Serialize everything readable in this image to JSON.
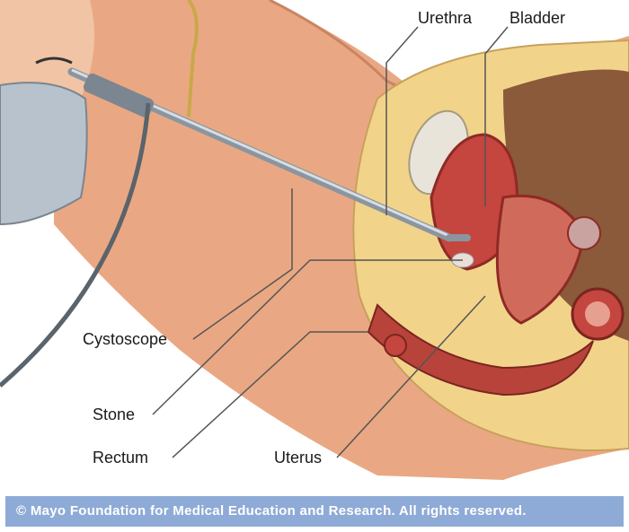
{
  "labels": {
    "urethra": "Urethra",
    "bladder": "Bladder",
    "cystoscope": "Cystoscope",
    "stone": "Stone",
    "rectum": "Rectum",
    "uterus": "Uterus"
  },
  "footer": "© Mayo Foundation for Medical Education and Research.  All rights reserved.",
  "colors": {
    "skin": "#e9a883",
    "fat": "#f1d48a",
    "muscle": "#c5453f",
    "footer": "#8eaad6"
  }
}
